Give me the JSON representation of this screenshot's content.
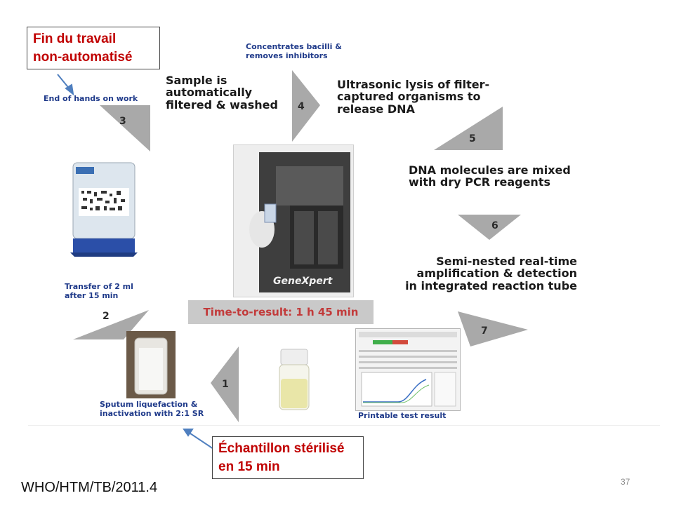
{
  "callouts": {
    "top_left": [
      "Fin du travail",
      "non-automatisé"
    ],
    "bottom": [
      "Échantillon stérilisé",
      "en 15 min"
    ]
  },
  "steps": [
    {
      "number": "1",
      "caption": [
        "Sputum liquefaction &",
        "inactivation with 2:1 SR"
      ]
    },
    {
      "number": "2",
      "caption": [
        "Transfer of 2 ml",
        "after 15 min"
      ]
    },
    {
      "number": "3",
      "caption": [
        "End of hands on work"
      ]
    },
    {
      "number": "4",
      "caption": [
        "Concentrates bacilli &",
        "removes inhibitors"
      ],
      "main": [
        "Sample is",
        "automatically",
        "filtered & washed"
      ]
    },
    {
      "number": "5",
      "main": [
        "Ultrasonic lysis of filter-",
        "captured organisms to",
        "release DNA"
      ]
    },
    {
      "number": "6",
      "main": [
        "DNA molecules are mixed",
        "with dry PCR reagents"
      ]
    },
    {
      "number": "7",
      "main": [
        "Semi-nested real-time",
        "amplification & detection",
        "in integrated reaction tube"
      ]
    }
  ],
  "center": {
    "device_name": "GeneXpert",
    "time_to_result": "Time-to-result: 1 h 45 min"
  },
  "result_caption": "Printable test result",
  "footer": {
    "reference": "WHO/HTM/TB/2011.4",
    "page_number": "37"
  },
  "colors": {
    "callout_text": "#c00000",
    "arrow_fill": "#a9a9a9",
    "pointer_arrow": "#4f7fbf",
    "banner_bg": "#c9c9c9",
    "banner_text": "#c23b3b",
    "caption_blue": "#1f3a8a"
  },
  "icons": [
    "process-arrow",
    "cartridge-photo",
    "device-photo",
    "sputum-jar-photo",
    "reagent-vial-photo",
    "result-screenshot"
  ]
}
